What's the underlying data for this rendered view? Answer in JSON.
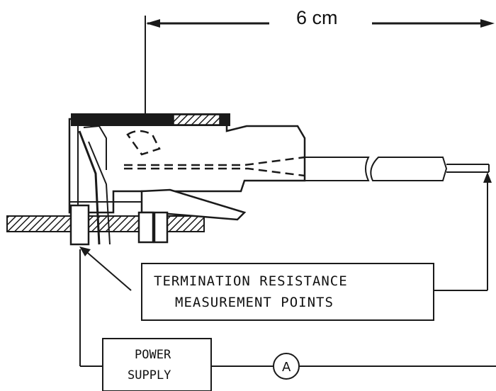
{
  "dimension": {
    "label": "6 cm"
  },
  "callout": {
    "line1": "TERMINATION RESISTANCE",
    "line2": "MEASUREMENT POINTS"
  },
  "power_supply": {
    "line1": "POWER",
    "line2": "SUPPLY"
  },
  "ammeter": {
    "label": "A"
  },
  "colors": {
    "ink": "#1a1a1a",
    "background": "#ffffff"
  }
}
